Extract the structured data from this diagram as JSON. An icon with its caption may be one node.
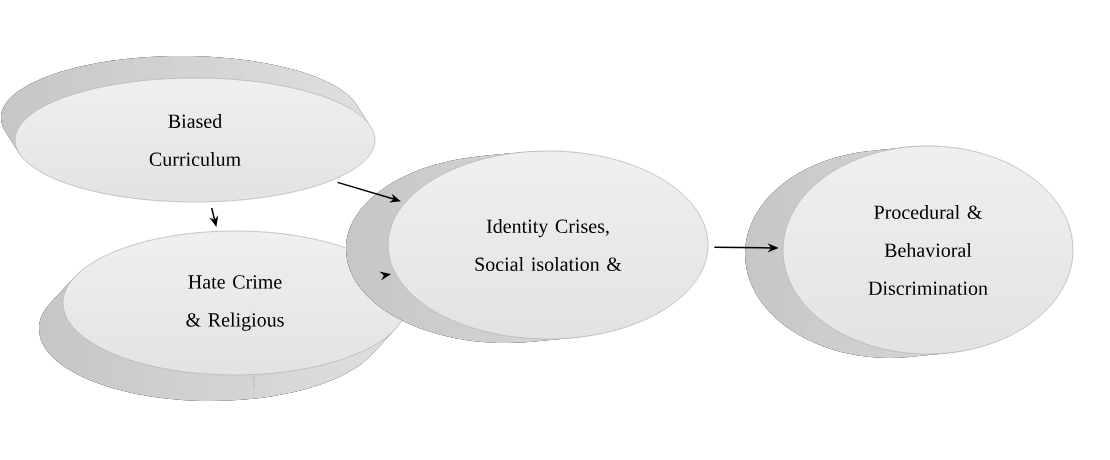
{
  "diagram": {
    "nodes": [
      {
        "text": [
          "Biased Curriculum"
        ]
      },
      {
        "text": [
          "Hate Crime & Religious"
        ]
      },
      {
        "text": [
          "Identity Crises, Social isolation &"
        ]
      },
      {
        "text": [
          "Procedural & Behavioral Discrimination"
        ]
      }
    ],
    "edges": [
      {
        "from": 0,
        "to": 2,
        "arrow": "to"
      },
      {
        "from": 0,
        "to": 1,
        "arrow": "to"
      },
      {
        "from": 1,
        "to": 2,
        "arrow": "to"
      },
      {
        "from": 2,
        "to": 3,
        "arrow": "to"
      }
    ]
  }
}
